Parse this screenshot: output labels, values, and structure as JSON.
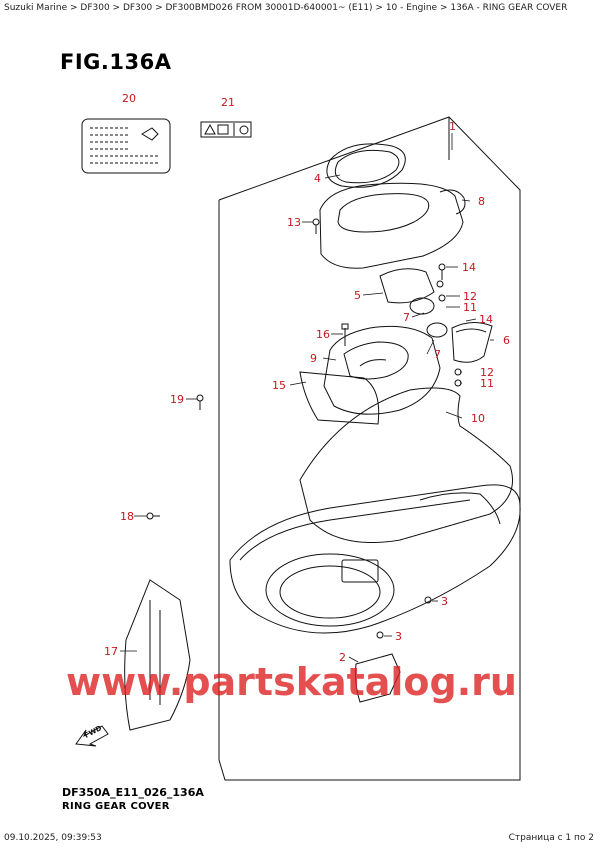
{
  "breadcrumb": "Suzuki Marine > DF300 > DF300 > DF300BMD026 FROM 30001D-640001~ (E11) > 10 - Engine > 136A - RING GEAR COVER",
  "figure_title": "FIG.136A",
  "parts": {
    "p1": "1",
    "p2": "2",
    "p3a": "3",
    "p3b": "3",
    "p4": "4",
    "p6": "6",
    "p7a": "7",
    "p7b": "7",
    "p8": "8",
    "p9": "9",
    "p10": "10",
    "p11a": "11",
    "p11b": "11",
    "p12a": "12",
    "p12b": "12",
    "p13": "13",
    "p14a": "14",
    "p14b": "14",
    "p15": "15",
    "p16": "16",
    "p17": "17",
    "p18": "18",
    "p19": "19",
    "p20": "20",
    "p21": "21"
  },
  "fwd_label": "FWD",
  "watermark": "www.partskatalog.ru",
  "diagram_code": "DF350A_E11_026_136A",
  "diagram_caption": "RING GEAR COVER",
  "footer_datetime": "09.10.2025, 09:39:53",
  "footer_page": "Страница с 1 по 2",
  "colors": {
    "callout": "#c8171e",
    "watermark": "#dc1e1e",
    "line": "#111111"
  }
}
